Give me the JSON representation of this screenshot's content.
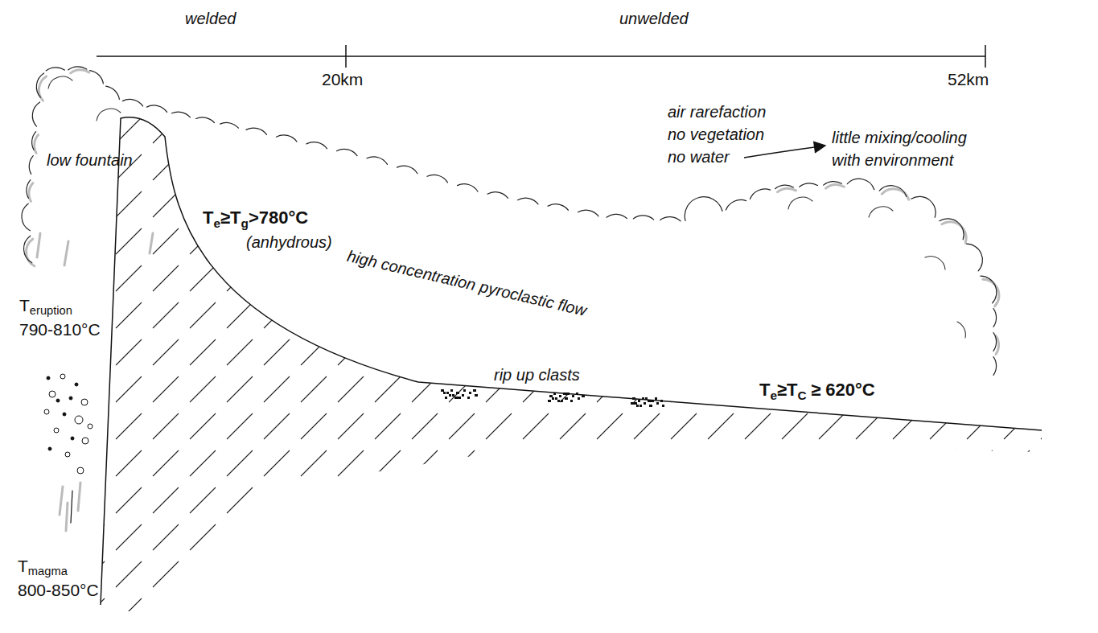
{
  "diagram": {
    "labels": [
      "welded",
      "unwelded",
      "20km",
      "52km",
      "low fountain",
      "T",
      "eruption",
      "790-810°C",
      "T",
      "e",
      "≥T",
      "g",
      ">780°C",
      "(anhydrous)",
      "high concentration pyroclastic flow",
      "air rarefaction",
      "no vegetation",
      "no water",
      "little mixing/cooling",
      "with environment",
      "rip up clasts",
      "T",
      "e",
      "≥T",
      "C",
      "≥ 620°C",
      "T",
      "magma",
      "800-850°C"
    ]
  }
}
